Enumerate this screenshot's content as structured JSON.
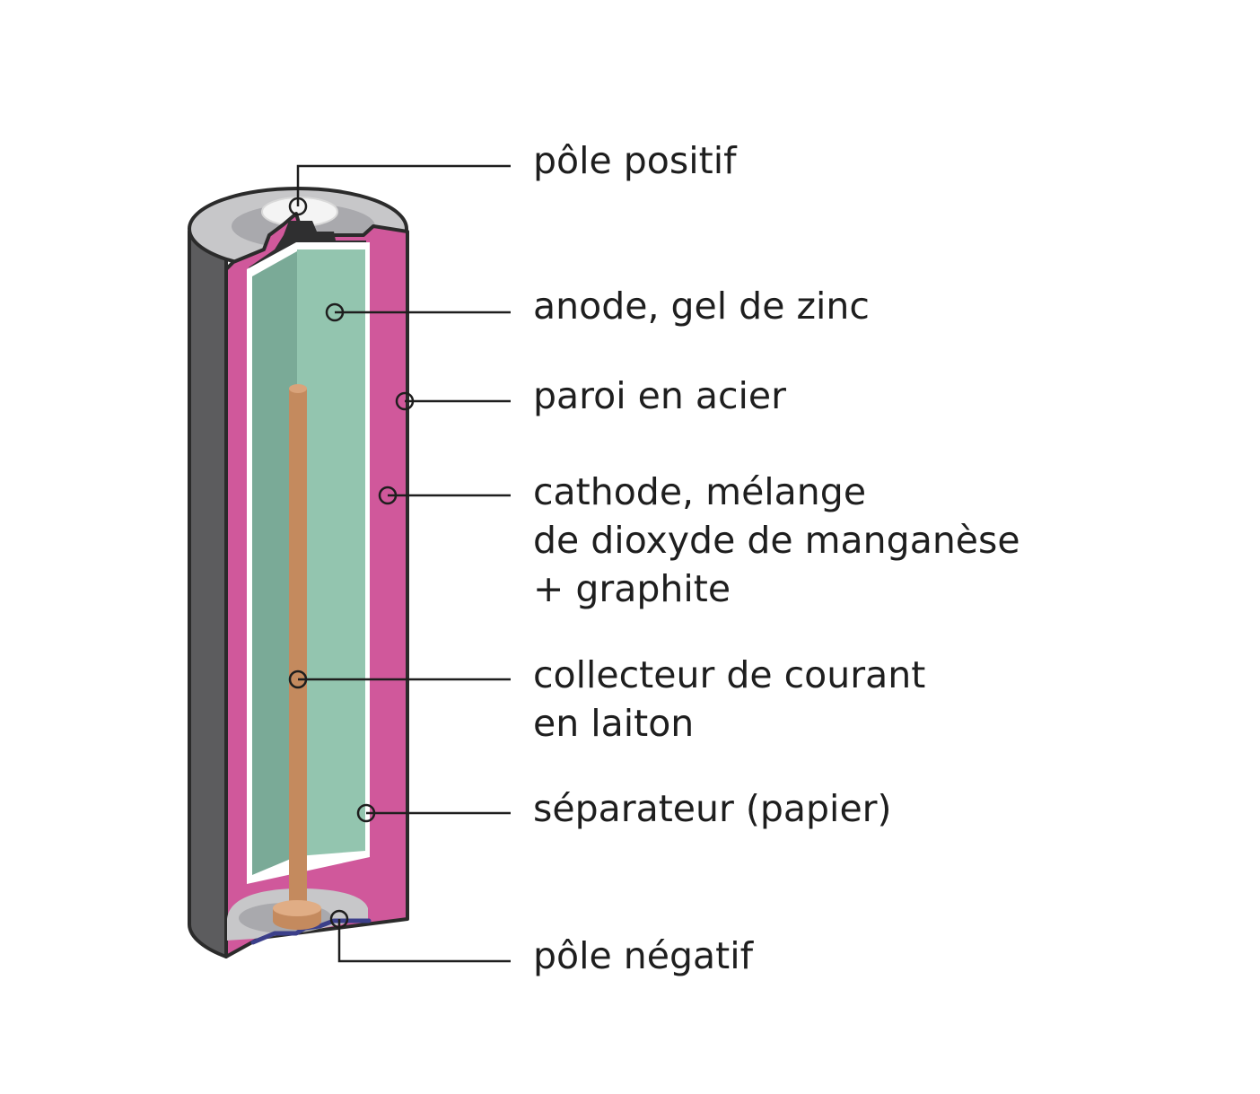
{
  "colors": {
    "steel_wall": "#d0589b",
    "steel_outline": "#2b2b2b",
    "casing_dark": "#5c5c5e",
    "anode_light": "#93c5af",
    "anode_shadow": "#7aaa97",
    "separator": "#ffffff",
    "brass_collector": "#c48a5e",
    "terminal_grey": "#c7c7c9",
    "terminal_dark": "#9c9ca0",
    "negative_plate": "#3b3f8a",
    "callout_line": "#1e1e1e",
    "text": "#1e1e1e"
  },
  "labels": {
    "positive_pole": "pôle positif",
    "anode": "anode, gel de zinc",
    "steel_wall": "paroi en acier",
    "cathode_line1": "cathode, mélange",
    "cathode_line2": "de dioxyde de manganèse",
    "cathode_line3": "+ graphite",
    "collector_line1": "collecteur de courant",
    "collector_line2": "en laiton",
    "separator": "séparateur (papier)",
    "negative_pole": "pôle négatif"
  }
}
